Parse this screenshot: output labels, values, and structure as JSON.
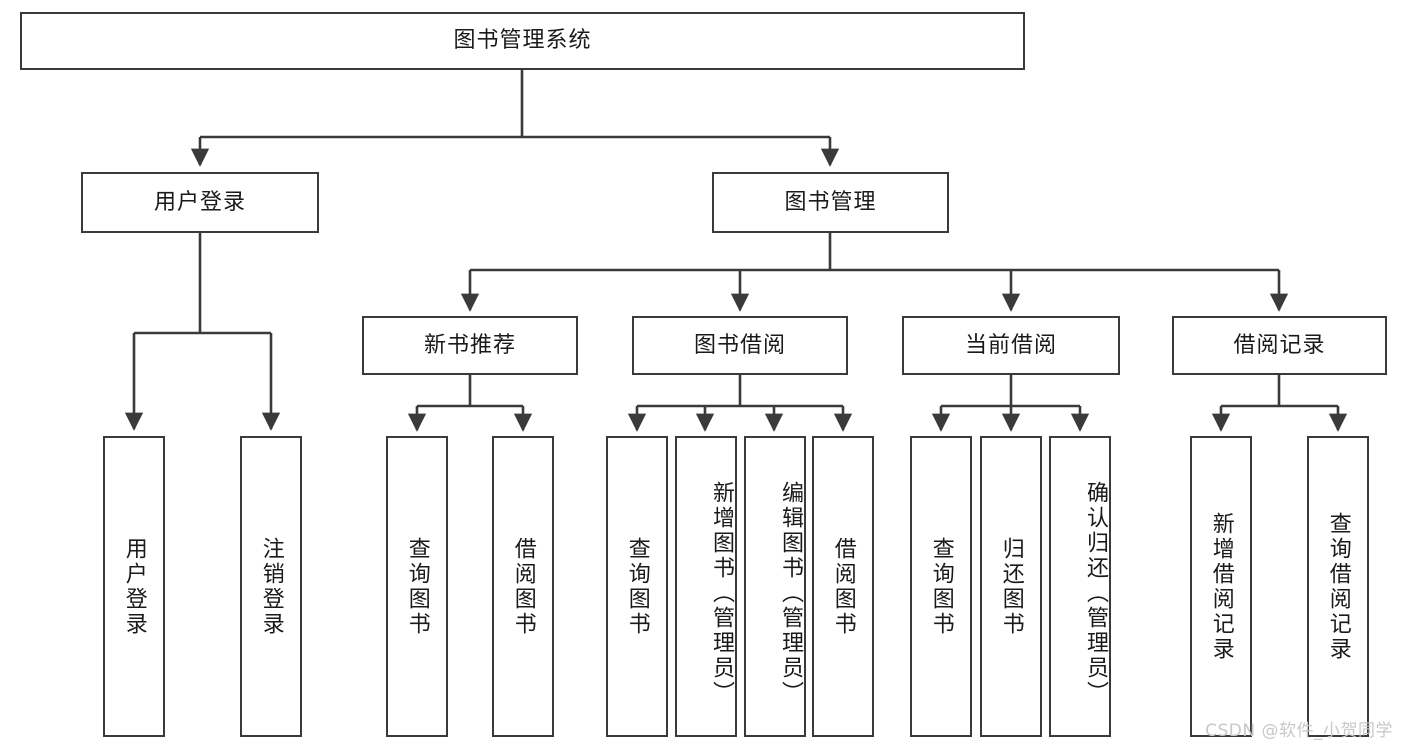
{
  "diagram": {
    "title_node": {
      "label": "图书管理系统"
    },
    "level1": [
      {
        "id": "user-login",
        "label": "用户登录"
      },
      {
        "id": "book-management",
        "label": "图书管理"
      }
    ],
    "level2": [
      {
        "id": "new-book-recommend",
        "label": "新书推荐"
      },
      {
        "id": "book-borrow",
        "label": "图书借阅"
      },
      {
        "id": "current-borrow",
        "label": "当前借阅"
      },
      {
        "id": "borrow-record",
        "label": "借阅记录"
      }
    ],
    "leaves": {
      "user_login": [
        {
          "id": "leaf-user-login",
          "label": "用户登录"
        },
        {
          "id": "leaf-logout-login",
          "label": "注销登录"
        }
      ],
      "new_book_recommend": [
        {
          "id": "leaf-query-book-1",
          "label": "查询图书"
        },
        {
          "id": "leaf-borrow-book-1",
          "label": "借阅图书"
        }
      ],
      "book_borrow": [
        {
          "id": "leaf-query-book-2",
          "label": "查询图书"
        },
        {
          "id": "leaf-add-book",
          "label": "新增图书（管理员）"
        },
        {
          "id": "leaf-edit-book",
          "label": "编辑图书（管理员）"
        },
        {
          "id": "leaf-borrow-book-2",
          "label": "借阅图书"
        }
      ],
      "current_borrow": [
        {
          "id": "leaf-query-book-3",
          "label": "查询图书"
        },
        {
          "id": "leaf-return-book",
          "label": "归还图书"
        },
        {
          "id": "leaf-confirm-return",
          "label": "确认归还（管理员）"
        }
      ],
      "borrow_record": [
        {
          "id": "leaf-add-record",
          "label": "新增借阅记录"
        },
        {
          "id": "leaf-query-record",
          "label": "查询借阅记录"
        }
      ]
    }
  },
  "watermark": {
    "text": "CSDN @软件_小贺同学"
  },
  "colors": {
    "border": "#3a3a3a",
    "background": "#ffffff",
    "text": "#1a1a1a",
    "watermark": "#c8c8c8"
  }
}
